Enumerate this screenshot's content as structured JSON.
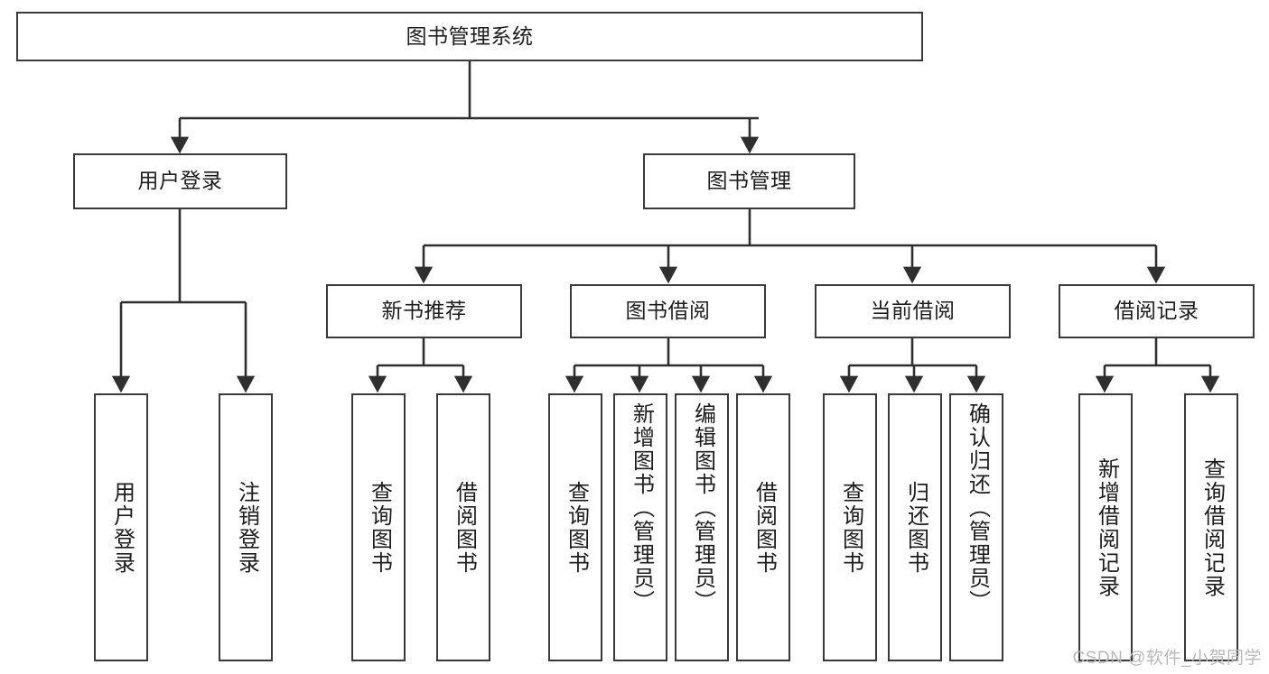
{
  "diagram": {
    "title": "图书管理系统",
    "type": "功能结构图",
    "watermark": "CSDN @软件_小贺同学",
    "colors": {
      "box_border": "#3a3a3a",
      "box_fill": "#ffffff",
      "edge": "#2f2f2f",
      "text": "#1d1d1d",
      "watermark": "#b9b9b9",
      "background": "#ffffff"
    },
    "levels": {
      "root": {
        "label": "图书管理系统"
      },
      "level2": [
        {
          "id": "user-login",
          "label": "用户登录"
        },
        {
          "id": "book-manage",
          "label": "图书管理"
        }
      ],
      "level3": [
        {
          "id": "new-book-recommend",
          "label": "新书推荐",
          "parent": "book-manage"
        },
        {
          "id": "book-borrow",
          "label": "图书借阅",
          "parent": "book-manage"
        },
        {
          "id": "current-borrow",
          "label": "当前借阅",
          "parent": "book-manage"
        },
        {
          "id": "borrow-record",
          "label": "借阅记录",
          "parent": "book-manage"
        }
      ],
      "leaves": [
        {
          "id": "leaf-user-login",
          "label": "用户登录",
          "parent": "user-login"
        },
        {
          "id": "leaf-logout",
          "label": "注销登录",
          "parent": "user-login"
        },
        {
          "id": "leaf-query-book-1",
          "label": "查询图书",
          "parent": "new-book-recommend"
        },
        {
          "id": "leaf-borrow-book-1",
          "label": "借阅图书",
          "parent": "new-book-recommend"
        },
        {
          "id": "leaf-query-book-2",
          "label": "查询图书",
          "parent": "book-borrow"
        },
        {
          "id": "leaf-add-book",
          "label": "新增图书（管理员）",
          "parent": "book-borrow"
        },
        {
          "id": "leaf-edit-book",
          "label": "编辑图书（管理员）",
          "parent": "book-borrow"
        },
        {
          "id": "leaf-borrow-book-2",
          "label": "借阅图书",
          "parent": "book-borrow"
        },
        {
          "id": "leaf-query-book-3",
          "label": "查询图书",
          "parent": "current-borrow"
        },
        {
          "id": "leaf-return-book",
          "label": "归还图书",
          "parent": "current-borrow"
        },
        {
          "id": "leaf-confirm-return",
          "label": "确认归还（管理员）",
          "parent": "current-borrow"
        },
        {
          "id": "leaf-add-record",
          "label": "新增借阅记录",
          "parent": "borrow-record"
        },
        {
          "id": "leaf-query-record",
          "label": "查询借阅记录",
          "parent": "borrow-record"
        }
      ]
    }
  }
}
